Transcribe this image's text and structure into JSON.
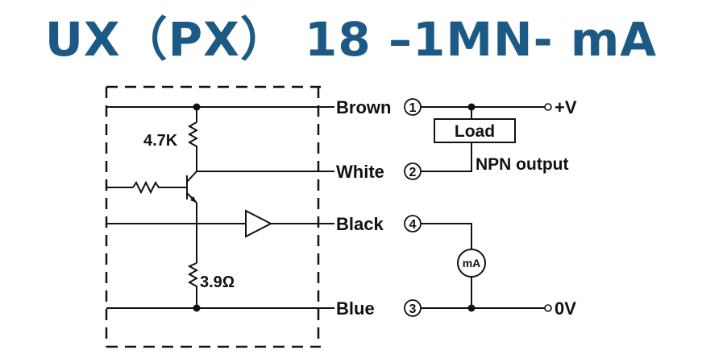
{
  "title": "UX（PX） 18 –1MN- mA",
  "resistors": {
    "pullup": "4.7K",
    "emitter": "3.9Ω"
  },
  "terminals": [
    {
      "label": "Brown",
      "number": "1"
    },
    {
      "label": "White",
      "number": "2"
    },
    {
      "label": "Black",
      "number": "4"
    },
    {
      "label": "Blue",
      "number": "3"
    }
  ],
  "supply": {
    "positive": "+V",
    "zero": "0V"
  },
  "load_label": "Load",
  "output_label": "NPN output",
  "meter_label": "mA",
  "colors": {
    "title": "#1c5a85",
    "line": "#111111"
  }
}
